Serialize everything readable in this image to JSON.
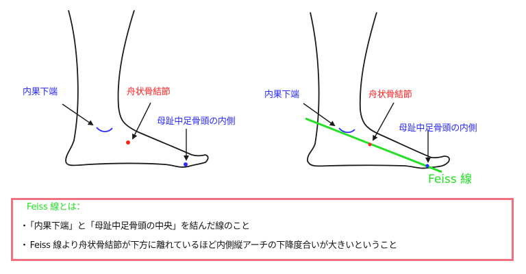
{
  "figures": {
    "left": {
      "labels": {
        "medial_malleolus": "内果下端",
        "navicular_tuberosity": "舟状骨結節",
        "first_metatarsal_head": "母趾中足骨頭の内側"
      }
    },
    "right": {
      "labels": {
        "medial_malleolus": "内果下端",
        "navicular_tuberosity": "舟状骨結節",
        "first_metatarsal_head": "母趾中足骨頭の内側"
      },
      "feiss_line_label": "Feiss 線"
    }
  },
  "info_box": {
    "title": "Feiss 線とは：",
    "bullet": "・",
    "lines": [
      "「内果下端」と「母趾中足骨頭の中央」を結んだ線のこと",
      "Feiss 線より舟状骨結節が下方に離れているほど内側縦アーチの下降度合いが大きいということ"
    ]
  },
  "colors": {
    "landmark_blue": "#2b2bff",
    "navicular_red": "#ff2020",
    "feiss_green": "#22e022",
    "box_border": "#f2707e",
    "outline": "#1a1a1a"
  }
}
